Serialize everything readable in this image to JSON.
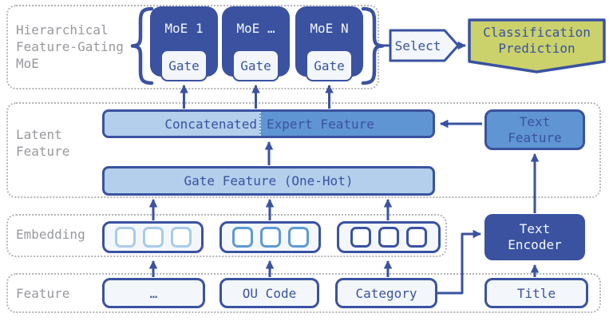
{
  "colors": {
    "navy": "#3a52a0",
    "medium_blue": "#6095d3",
    "light_blue": "#b3cfec",
    "pale_fill": "#f3f7fc",
    "olive": "#cbd26b",
    "label_gray": "#97999e",
    "dashed_border_gray": "#b4b4b8",
    "embedding_cell_light": "#a9cbe9",
    "embedding_cell_mid": "#5e9ad4",
    "embedding_cell_dark": "#3a52a0"
  },
  "bands": [
    {
      "label": "Hierarchical\nFeature-Gating\nMoE"
    },
    {
      "label": "Latent\nFeature"
    },
    {
      "label": "Embedding"
    },
    {
      "label": "Feature"
    }
  ],
  "experts": [
    {
      "title": "MoE 1",
      "gate": "Gate"
    },
    {
      "title": "MoE …",
      "gate": "Gate"
    },
    {
      "title": "MoE N",
      "gate": "Gate"
    }
  ],
  "select": {
    "label": "Select"
  },
  "prediction": {
    "label": "Classification\nPrediction"
  },
  "latent": {
    "concatenated_left": "Concatenated",
    "concatenated_right": "Expert Feature",
    "gate_feature": "Gate Feature (One-Hot)",
    "text_feature": "Text\nFeature"
  },
  "embedding_cells": {
    "light": "border-color:#a9cbe9",
    "mid": "border-color:#5e9ad4",
    "dark": "border-color:#3a52a0"
  },
  "features": {
    "ellipsis": "…",
    "ou_code": "OU Code",
    "category": "Category",
    "title": "Title"
  },
  "text_encoder": {
    "label": "Text\nEncoder"
  }
}
